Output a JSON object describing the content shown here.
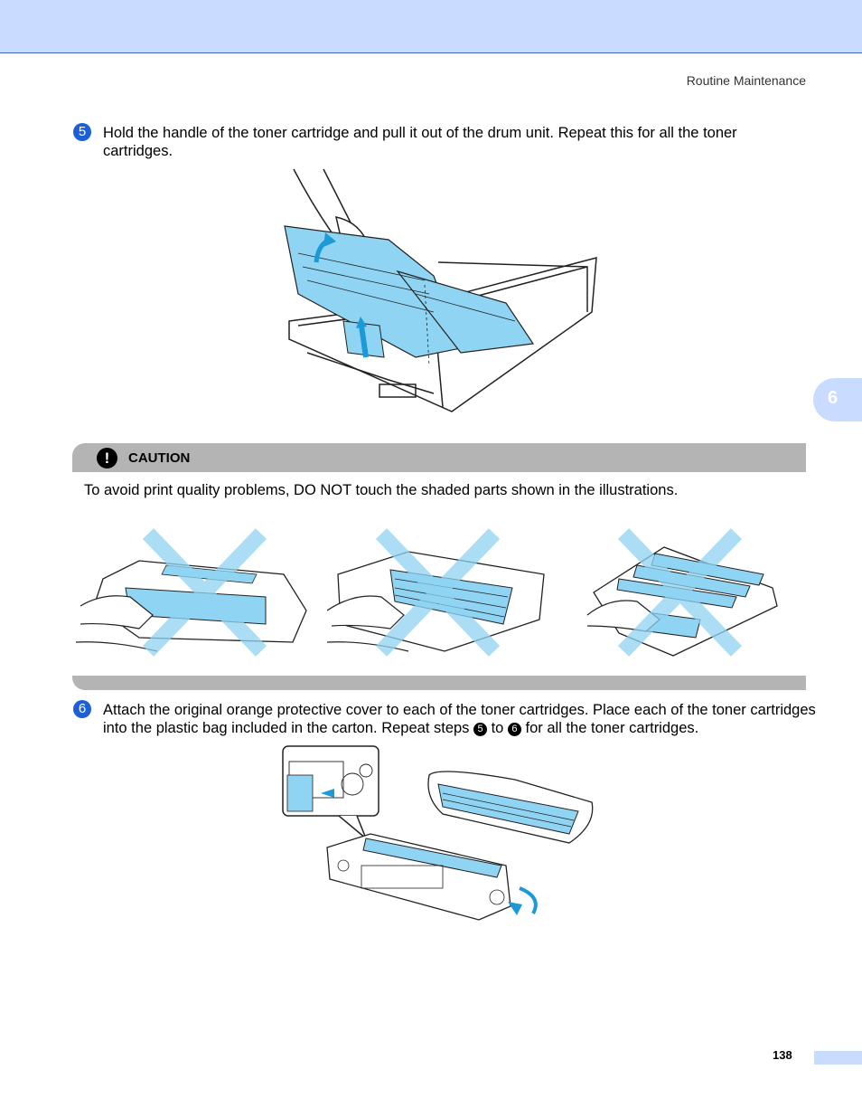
{
  "header": {
    "title": "Routine Maintenance",
    "chapter": "6"
  },
  "steps": [
    {
      "number": "5",
      "text": "Hold the handle of the toner cartridge and pull it out of the drum unit. Repeat this for all the toner cartridges."
    },
    {
      "number": "6",
      "text_part1": "Attach the original orange protective cover to each of the toner cartridges.  Place each of the toner cartridges into the plastic bag included in the carton.  Repeat steps ",
      "ref_a": "5",
      "text_to": " to ",
      "ref_b": "6",
      "text_part2": " for all the toner cartridges."
    }
  ],
  "caution": {
    "icon": "exclamation-icon",
    "label": "CAUTION",
    "text": "To avoid print quality problems, DO NOT touch the shaded parts shown in the illustrations."
  },
  "colors": {
    "accent": "#1c5fd6",
    "highlight": "#8fd4f2",
    "band": "#c9dcff",
    "caution_gray": "#b4b4b4"
  },
  "footer": {
    "page_number": "138"
  }
}
